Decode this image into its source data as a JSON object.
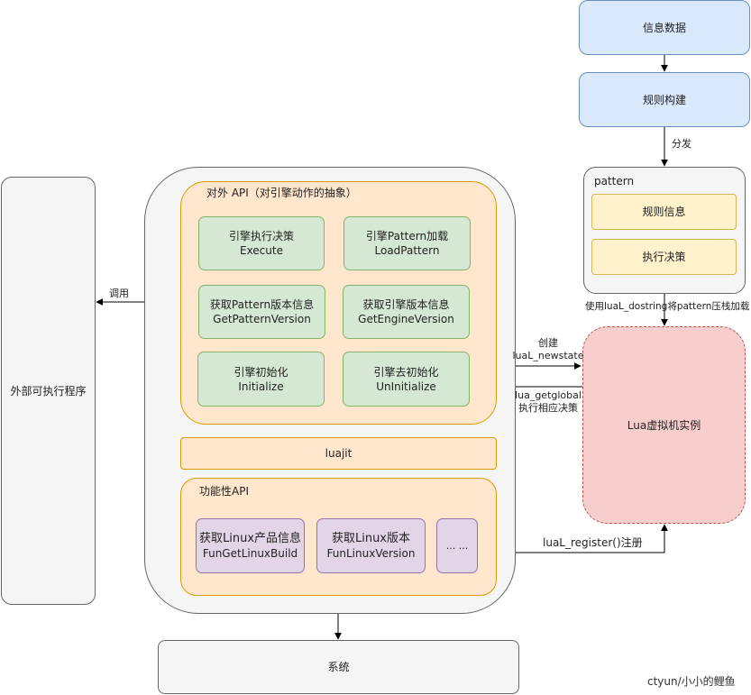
{
  "external_program": "外部可执行程序",
  "system": "系统",
  "info_data": "信息数据",
  "rule_build": "规则构建",
  "pattern": {
    "title": "pattern",
    "rule_info": "规则信息",
    "exec_decision": "执行决策"
  },
  "lua_vm": "Lua虚拟机实例",
  "external_api": {
    "title": "对外 API（对引擎动作的抽象）",
    "buttons": [
      {
        "line1": "引擎执行决策",
        "line2": "Execute"
      },
      {
        "line1": "引擎Pattern加载",
        "line2": "LoadPattern"
      },
      {
        "line1": "获取Pattern版本信息",
        "line2": "GetPatternVersion"
      },
      {
        "line1": "获取引擎版本信息",
        "line2": "GetEngineVersion"
      },
      {
        "line1": "引擎初始化",
        "line2": "Initialize"
      },
      {
        "line1": "引擎去初始化",
        "line2": "UnInitialize"
      }
    ]
  },
  "luajit": "luajit",
  "functional_api": {
    "title": "功能性API",
    "items": [
      {
        "line1": "获取Linux产品信息",
        "line2": "FunGetLinuxBuild"
      },
      {
        "line1": "获取Linux版本",
        "line2": "FunLinuxVersion"
      },
      {
        "line1": "... ...",
        "line2": ""
      }
    ]
  },
  "edge_labels": {
    "call": "调用",
    "distribute": "分发",
    "dostring": "使用luaL_dostring将pattern压栈加载",
    "create": "创建",
    "newstate": "luaL_newstate",
    "getglobal": "lua_getglobal",
    "exec_policy": "执行相应决策",
    "register": "luaL_register()注册"
  },
  "watermark": "ctyun/小小的鲤鱼"
}
